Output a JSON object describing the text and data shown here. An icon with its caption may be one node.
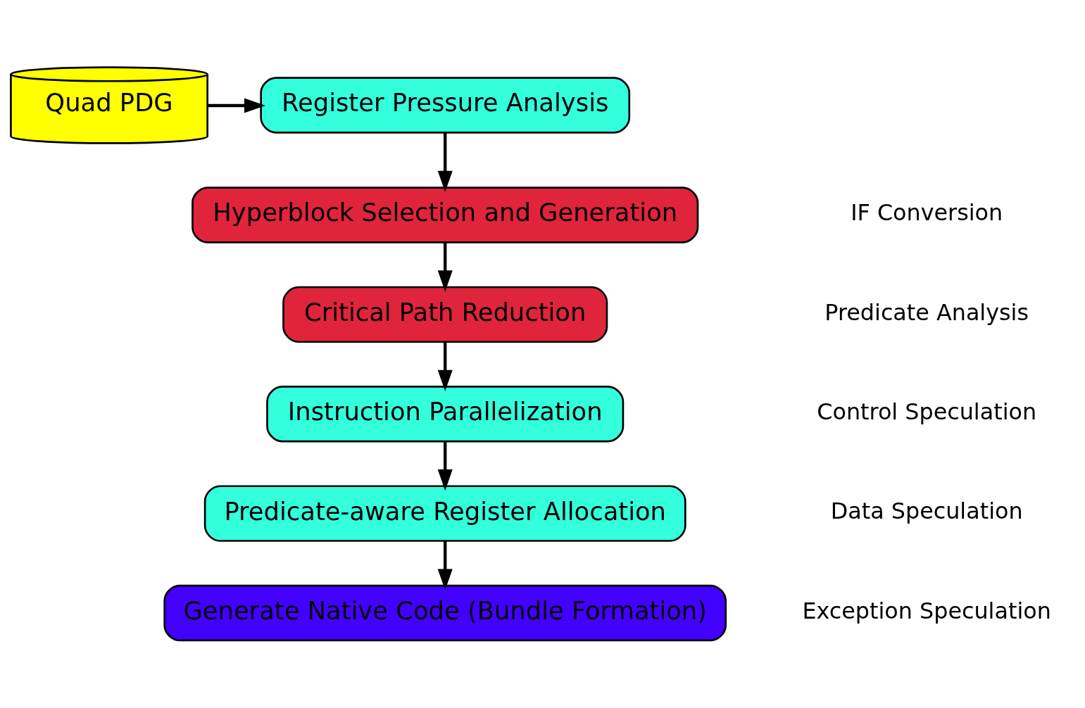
{
  "diagram": {
    "nodes": [
      {
        "text": [
          "Quad PDG"
        ]
      },
      {
        "text": [
          "Register Pressure Analysis"
        ]
      },
      {
        "text": [
          "Hyperblock Selection and Generation"
        ]
      },
      {
        "text": [
          "Critical Path Reduction"
        ]
      },
      {
        "text": [
          "Instruction Parallelization"
        ]
      },
      {
        "text": [
          "Predicate-aware Register Allocation"
        ]
      },
      {
        "text": [
          "Generate Native Code (Bundle Formation)"
        ]
      }
    ],
    "edges": [
      {
        "from": 0,
        "to": 1,
        "arrow": "to"
      },
      {
        "from": 1,
        "to": 2,
        "arrow": "to"
      },
      {
        "from": 2,
        "to": 3,
        "arrow": "to"
      },
      {
        "from": 3,
        "to": 4,
        "arrow": "to"
      },
      {
        "from": 4,
        "to": 5,
        "arrow": "to"
      },
      {
        "from": 5,
        "to": 6,
        "arrow": "to"
      }
    ],
    "labels": [
      "IF Conversion",
      "Predicate Analysis",
      "Control Speculation",
      "Data Speculation",
      "Exception Speculation"
    ]
  }
}
